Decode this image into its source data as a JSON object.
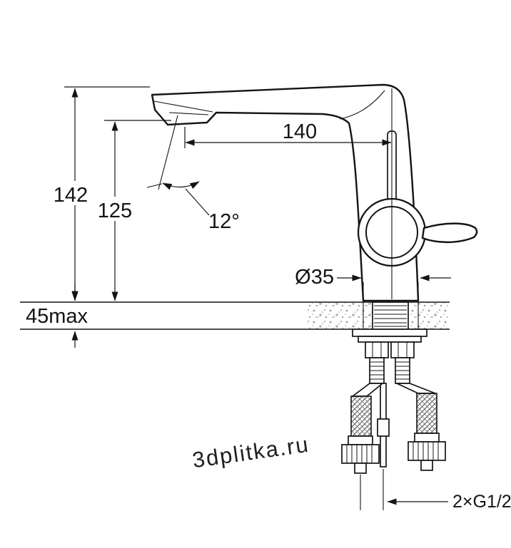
{
  "drawing": {
    "watermark": "3dplitka.ru",
    "dims": {
      "total_height": "142",
      "spout_height": "125",
      "spout_reach": "140",
      "angle": "12°",
      "base_diameter": "Ø35",
      "max_deck": "45max",
      "connection": "2×G1/2"
    },
    "colors": {
      "line": "#141414",
      "watermark": "#c7c7c7",
      "stipple": "#aab0b0"
    }
  }
}
